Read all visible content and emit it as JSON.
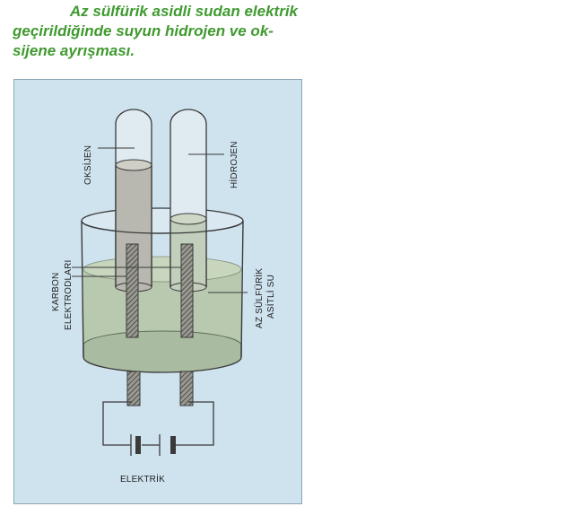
{
  "caption": {
    "line1": "Az sülfürik asidli sudan elektrik",
    "line2": "geçirildiğinde suyun hidrojen ve ok-",
    "line3": "sijene ayrışması."
  },
  "diagram": {
    "labels": {
      "oxygen": "OKSİJEN",
      "hydrogen": "HİDROJEN",
      "electrodes_line1": "KARBON",
      "electrodes_line2": "ELEKTRODLARI",
      "liquid_line1": "AZ SÜLFÜRİK",
      "liquid_line2": "ASİTLİ SU",
      "power": "ELEKTRİK"
    }
  },
  "colors": {
    "caption": "#3f9a2f",
    "panel_background": "#cfe3ef",
    "liquid": "#b9c9b0",
    "gas_oxygen": "#b8b8b0",
    "line": "#3a3a3a"
  }
}
